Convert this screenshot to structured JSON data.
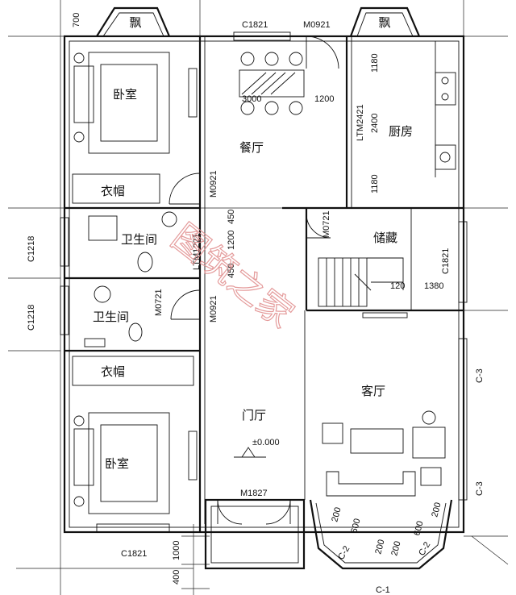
{
  "plan": {
    "rooms": {
      "bedroom_top": "卧室",
      "bedroom_bottom": "卧室",
      "dining": "餐厅",
      "kitchen": "厨房",
      "storage": "储藏",
      "bath_upper": "卫生间",
      "bath_lower": "卫生间",
      "closet_top": "衣帽",
      "closet_bottom": "衣帽",
      "living": "客厅",
      "foyer": "门厅",
      "bay_left": "飘",
      "bay_right": "飘"
    },
    "codes": {
      "c1821_top": "C1821",
      "m0921_top": "M0921",
      "m0921_dining": "M0921",
      "m0921_foyer": "M0921",
      "ltm2421": "LTM2421",
      "ltm1221": "LTM1221",
      "m0721_storage": "M0721",
      "m0721_bath": "M0721",
      "c1821_right": "C1821",
      "c1218_upper": "C1218",
      "c1218_lower": "C1218",
      "m1827": "M1827",
      "c1821_bottom": "C1821",
      "c3_upper": "C-3",
      "c3_lower": "C-3",
      "c2_left": "C-2",
      "c2_right": "C-2",
      "c1_bottom": "C-1"
    },
    "dims": {
      "d700": "700",
      "d1180_top": "1180",
      "d2400": "2400",
      "d1180_bot": "1180",
      "d3000": "3000",
      "d1200_dining": "1200",
      "d450_a": "450",
      "d1200_bath": "1200",
      "d450_b": "450",
      "d120": "120",
      "d1380": "1380",
      "d1000": "1000",
      "d400": "400",
      "bay_200_l1": "200",
      "bay_600_l": "600",
      "bay_200_l2": "200",
      "bay_200_r1": "200",
      "bay_600_r": "600",
      "bay_200_r2": "200",
      "elevation": "±0.000"
    },
    "watermark": "图筑之家"
  }
}
